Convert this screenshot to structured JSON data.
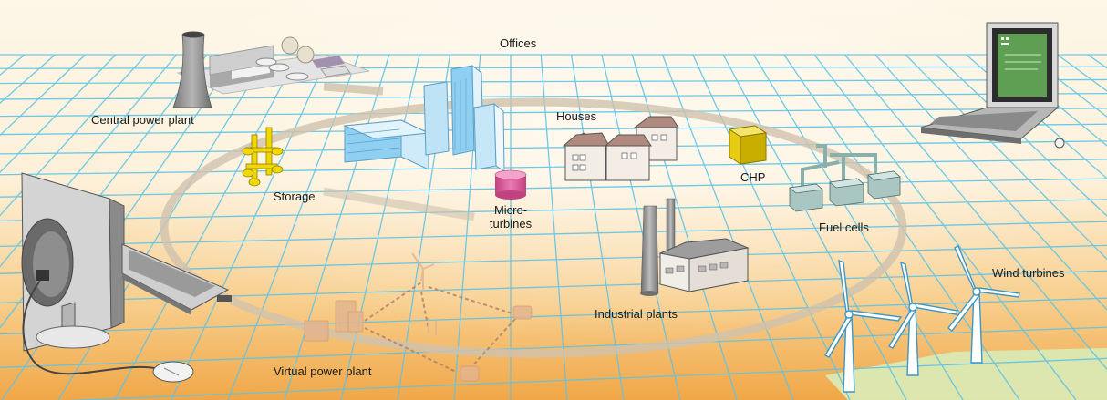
{
  "labels": {
    "offices": "Offices",
    "central_power_plant": "Central power plant",
    "houses": "Houses",
    "chp": "CHP",
    "storage": "Storage",
    "micro_line1": "Micro-",
    "micro_line2": "turbines",
    "fuel_cells": "Fuel cells",
    "wind_turbines": "Wind turbines",
    "industrial_plants": "Industrial plants",
    "virtual_power_plant": "Virtual power plant"
  },
  "colors": {
    "grid_line": "#5fc3e6",
    "background_top": "#fdf6e6",
    "background_bottom": "#f0a84a",
    "ring": "#d3c7b5",
    "office_blue": "#7fc6ec",
    "house_wall": "#f3ede6",
    "house_roof": "#b08a7e",
    "chp_yellow": "#e8cc13",
    "storage_yellow": "#f2d800",
    "microturbine_pink": "#de5a9e",
    "fuel_cell": "#a9c6c2",
    "industrial_gray": "#9d9d9d",
    "virtual_plant": "#e8b891",
    "computer_gray": "#8a8a8a",
    "laptop_screen": "#5f9f53"
  },
  "icons": [
    "central-power-plant-icon",
    "office-buildings-icon",
    "houses-icon",
    "chp-unit-icon",
    "storage-icon",
    "microturbine-icon",
    "fuel-cells-icon",
    "industrial-plant-icon",
    "wind-turbines-icon",
    "virtual-power-plant-icon",
    "desktop-computer-icon",
    "laptop-icon",
    "mouse-icon"
  ]
}
